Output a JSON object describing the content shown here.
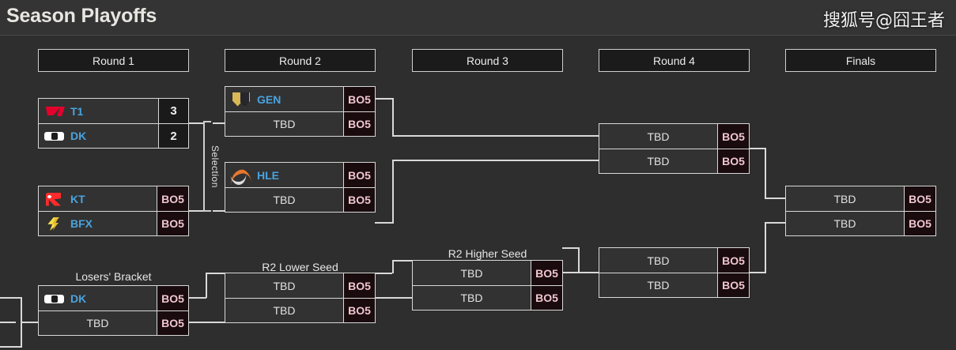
{
  "header": {
    "title": "Season Playoffs",
    "watermark": "搜狐号@囧王者"
  },
  "rounds": [
    {
      "label": "Round 1"
    },
    {
      "label": "Round 2"
    },
    {
      "label": "Round 3"
    },
    {
      "label": "Round 4"
    },
    {
      "label": "Finals"
    }
  ],
  "captions": {
    "selection": "Selection",
    "losers_bracket": "Losers' Bracket",
    "r2_lower_seed": "R2 Lower Seed",
    "r2_higher_seed": "R2 Higher Seed"
  },
  "matches": {
    "r1_m1": {
      "top": {
        "name": "T1",
        "logo": "t1-logo",
        "value": "3",
        "value_type": "score"
      },
      "bottom": {
        "name": "DK",
        "logo": "dk-logo",
        "value": "2",
        "value_type": "score"
      }
    },
    "r1_m2": {
      "top": {
        "name": "KT",
        "logo": "kt-logo",
        "value": "BO5",
        "value_type": "bo"
      },
      "bottom": {
        "name": "BFX",
        "logo": "bfx-logo",
        "value": "BO5",
        "value_type": "bo"
      }
    },
    "r2_m1": {
      "top": {
        "name": "GEN",
        "logo": "gen-logo",
        "value": "BO5",
        "value_type": "bo"
      },
      "bottom": {
        "name": "TBD",
        "logo": "",
        "value": "BO5",
        "value_type": "bo"
      }
    },
    "r2_m2": {
      "top": {
        "name": "HLE",
        "logo": "hle-logo",
        "value": "BO5",
        "value_type": "bo"
      },
      "bottom": {
        "name": "TBD",
        "logo": "",
        "value": "BO5",
        "value_type": "bo"
      }
    },
    "losers_m1": {
      "top": {
        "name": "DK",
        "logo": "dk-logo",
        "value": "BO5",
        "value_type": "bo"
      },
      "bottom": {
        "name": "TBD",
        "logo": "",
        "value": "BO5",
        "value_type": "bo"
      }
    },
    "r2_lower": {
      "top": {
        "name": "TBD",
        "logo": "",
        "value": "BO5",
        "value_type": "bo"
      },
      "bottom": {
        "name": "TBD",
        "logo": "",
        "value": "BO5",
        "value_type": "bo"
      }
    },
    "r2_higher": {
      "top": {
        "name": "TBD",
        "logo": "",
        "value": "BO5",
        "value_type": "bo"
      },
      "bottom": {
        "name": "TBD",
        "logo": "",
        "value": "BO5",
        "value_type": "bo"
      }
    },
    "r4_m1": {
      "top": {
        "name": "TBD",
        "logo": "",
        "value": "BO5",
        "value_type": "bo"
      },
      "bottom": {
        "name": "TBD",
        "logo": "",
        "value": "BO5",
        "value_type": "bo"
      }
    },
    "r4_m2": {
      "top": {
        "name": "TBD",
        "logo": "",
        "value": "BO5",
        "value_type": "bo"
      },
      "bottom": {
        "name": "TBD",
        "logo": "",
        "value": "BO5",
        "value_type": "bo"
      }
    },
    "finals": {
      "top": {
        "name": "TBD",
        "logo": "",
        "value": "BO5",
        "value_type": "bo"
      },
      "bottom": {
        "name": "TBD",
        "logo": "",
        "value": "BO5",
        "value_type": "bo"
      }
    }
  },
  "colors": {
    "background": "#2e2e2e",
    "topbar": "#343434",
    "match_bg": "#323232",
    "border": "#d8d8d8",
    "team_name": "#4aa3df",
    "tbd_text": "#e2e2e2",
    "bo_bg": "#190b0e",
    "bo_text": "#f1c6d0",
    "score_bg": "#1a1a1a",
    "connector": "#d9d9d9"
  }
}
